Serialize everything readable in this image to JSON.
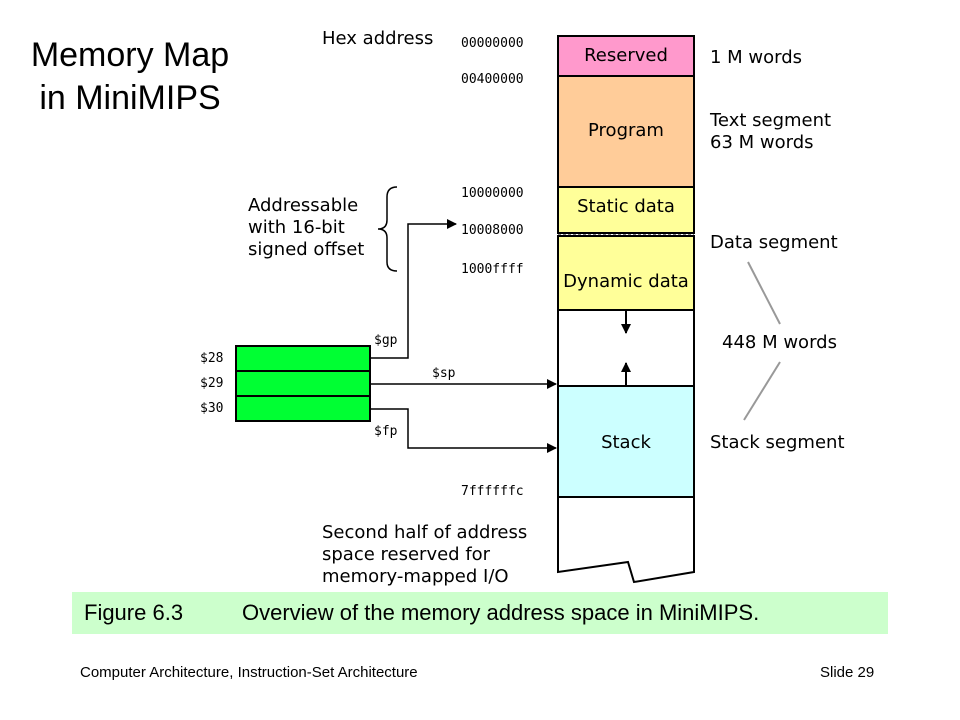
{
  "title": "Memory Map in MiniMIPS",
  "hex_header": "Hex address",
  "addresses": [
    "00000000",
    "00400000",
    "10000000",
    "10008000",
    "1000ffff",
    "7ffffffc"
  ],
  "segments": [
    {
      "name": "Reserved",
      "color": "#ff99cc"
    },
    {
      "name": "Program",
      "color": "#ffcc99"
    },
    {
      "name": "Static data",
      "color": "#ffff99"
    },
    {
      "name": "Dynamic data",
      "color": "#ffff99"
    },
    {
      "name": "Stack",
      "color": "#ccffff"
    }
  ],
  "right_labels": {
    "reserved": "1 M words",
    "text_line1": "Text segment",
    "text_line2": "63 M words",
    "data": "Data segment",
    "free": "448 M words",
    "stack": "Stack segment"
  },
  "addressable_note": [
    "Addressable",
    "with 16-bit",
    "signed offset"
  ],
  "registers": {
    "labels": [
      "$28",
      "$29",
      "$30"
    ],
    "pointers": [
      "$gp",
      "$sp",
      "$fp"
    ],
    "color": "#00ff33"
  },
  "second_half_note": [
    "Second half of address",
    "space reserved for",
    "memory-mapped I/O"
  ],
  "caption": {
    "number": "Figure 6.3",
    "text": "Overview of the memory address space in MiniMIPS."
  },
  "footer": {
    "left": "Computer Architecture, Instruction-Set Architecture",
    "right": "Slide 29"
  }
}
